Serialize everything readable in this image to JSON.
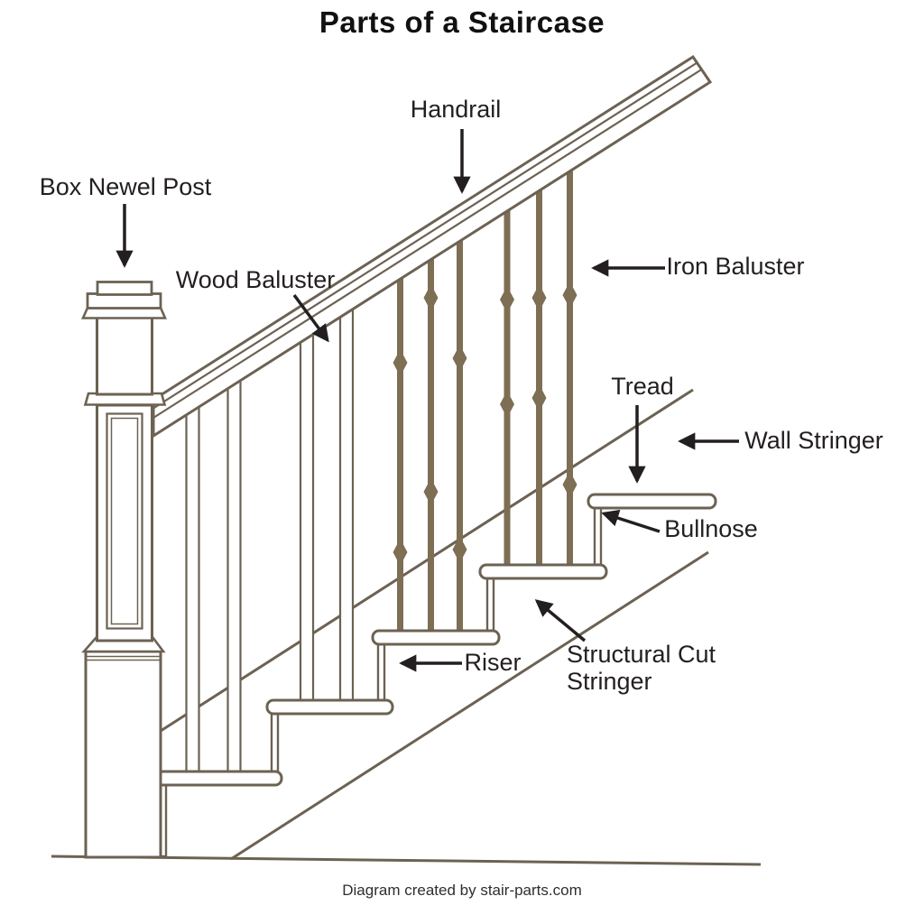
{
  "title": "Parts of a Staircase",
  "footer_credit": "Diagram created by stair-parts.com",
  "colors": {
    "line": "#6c6253",
    "iron": "#7d6e54",
    "ink": "#231f20",
    "background": "#ffffff"
  },
  "labels": {
    "handrail": "Handrail",
    "box_newel_post": "Box Newel Post",
    "wood_baluster": "Wood Baluster",
    "iron_baluster": "Iron Baluster",
    "tread": "Tread",
    "wall_stringer": "Wall Stringer",
    "bullnose": "Bullnose",
    "riser": "Riser",
    "structural_cut_stringer_line1": "Structural Cut",
    "structural_cut_stringer_line2": "Stringer"
  }
}
